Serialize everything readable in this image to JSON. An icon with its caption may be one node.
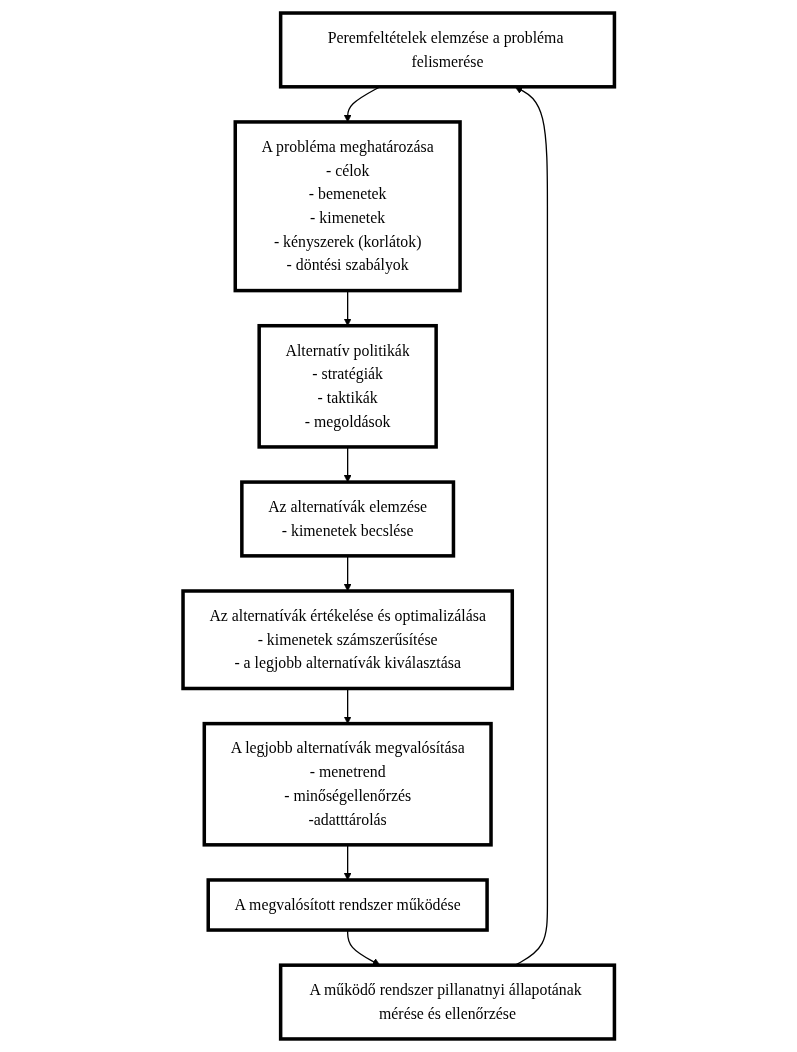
{
  "diagram": {
    "nodes": [
      {
        "text": [
          "Peremfeltételek elemzése a probléma felismerése"
        ]
      },
      {
        "text": [
          "A probléma meghatározása",
          "- célok",
          "- bemenetek",
          "- kimenetek",
          "- kényszerek (korlátok)",
          "- döntési szabályok"
        ]
      },
      {
        "text": [
          "Alternatív politikák",
          "- stratégiák",
          "- taktikák",
          "- megoldások"
        ]
      },
      {
        "text": [
          "Az alternatívák elemzése",
          "- kimenetek becslése"
        ]
      },
      {
        "text": [
          "Az alternatívák értékelése és optimalizálása",
          "- kimenetek számszerűsítése",
          "- a legjobb alternatívák kiválasztása"
        ]
      },
      {
        "text": [
          "A legjobb alternatívák megvalósítása",
          "- menetrend",
          "- minőségellenőrzés",
          "-adatttárolás"
        ]
      },
      {
        "text": [
          "A megvalósított rendszer működése"
        ]
      },
      {
        "text": [
          "A működő rendszer pillanatnyi állapotának mérése és ellenőrzése"
        ]
      }
    ],
    "edges": [
      {
        "from": 0,
        "to": 1,
        "arrow": "to"
      },
      {
        "from": 1,
        "to": 2,
        "arrow": "to"
      },
      {
        "from": 2,
        "to": 3,
        "arrow": "to"
      },
      {
        "from": 3,
        "to": 4,
        "arrow": "to"
      },
      {
        "from": 4,
        "to": 5,
        "arrow": "to"
      },
      {
        "from": 5,
        "to": 6,
        "arrow": "to"
      },
      {
        "from": 6,
        "to": 7,
        "arrow": "to"
      },
      {
        "from": 7,
        "to": 0,
        "arrow": "to"
      }
    ]
  }
}
